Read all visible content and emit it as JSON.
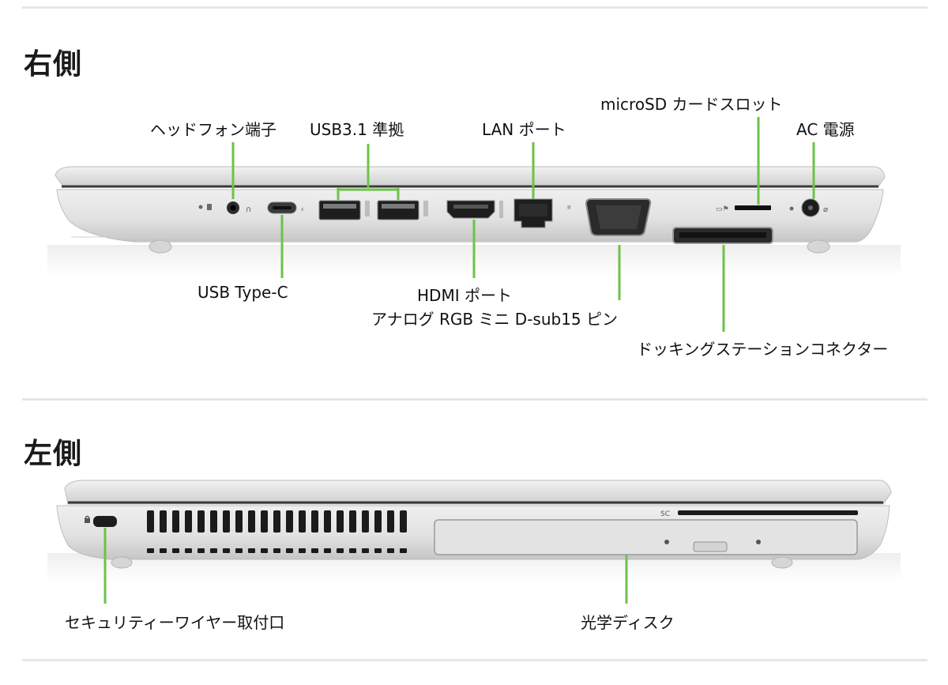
{
  "right_side": {
    "title": "右側",
    "labels": {
      "headphone": "ヘッドフォン端子",
      "usb31": "USB3.1 準拠",
      "lan": "LAN ポート",
      "microsd": "microSD カードスロット",
      "ac": "AC 電源",
      "usbc": "USB Type-C",
      "hdmi": "HDMI ポート",
      "vga": "アナログ RGB ミニ D-sub15 ピン",
      "docking": "ドッキングステーションコネクター"
    }
  },
  "left_side": {
    "title": "左側",
    "labels": {
      "security": "セキュリティーワイヤー取付口",
      "optical": "光学ディスク"
    },
    "sc_mark": "SC"
  },
  "colors": {
    "leader_line": "#6cc24a",
    "chassis": "#d9d9d9"
  }
}
